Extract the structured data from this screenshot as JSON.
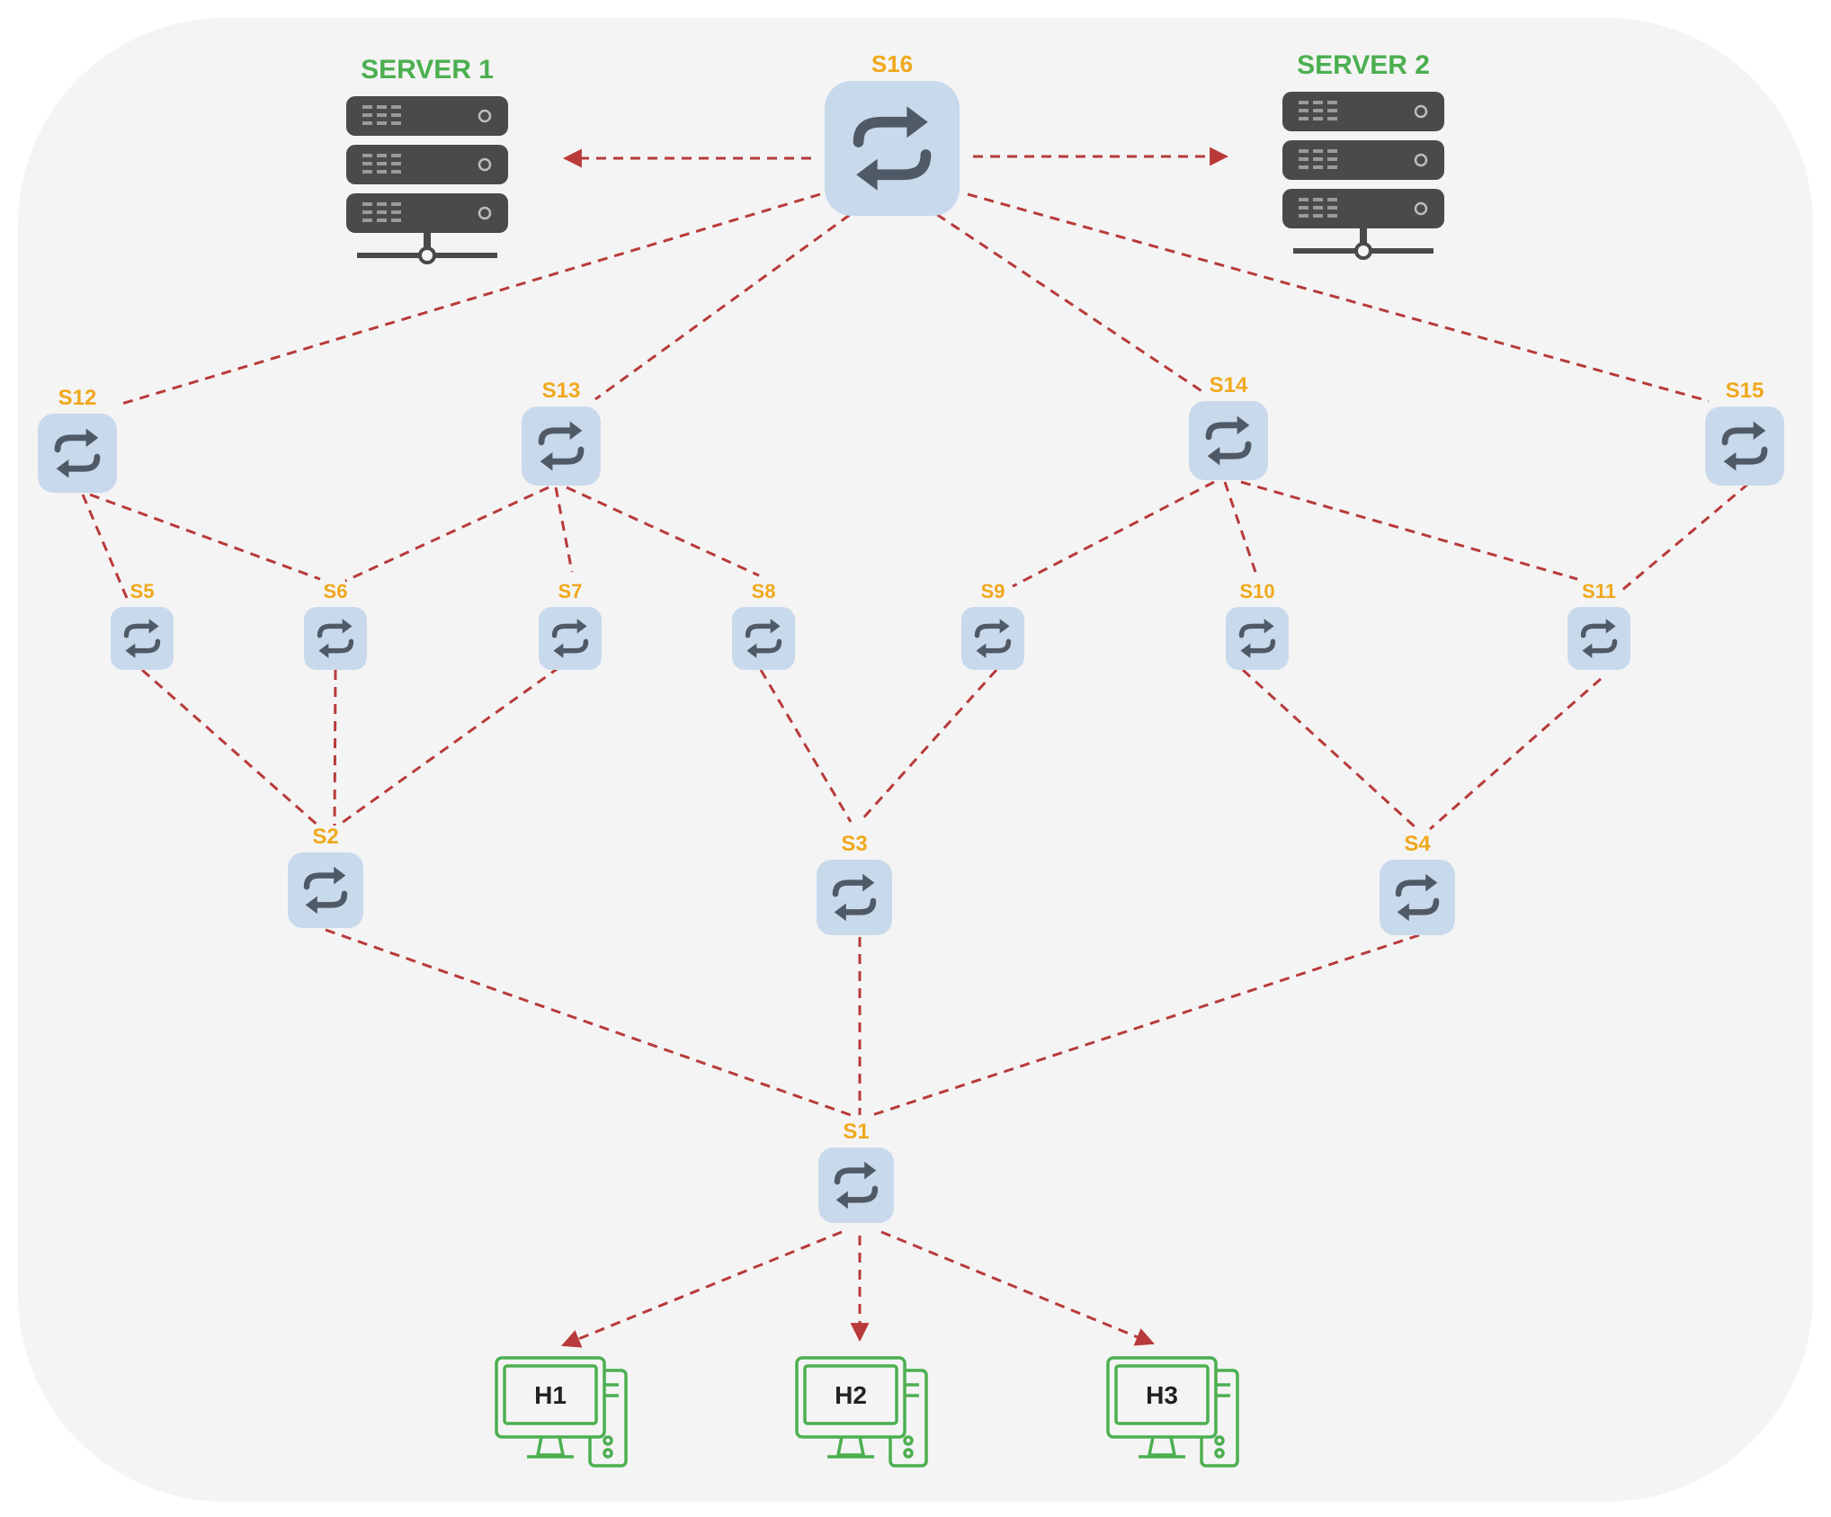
{
  "colors": {
    "panel": "#f4f4f4",
    "link": "#b83a3a",
    "switch_label": "#f0a81c",
    "server_label": "#4caf50",
    "host": "#4caf50",
    "switch_bg": "#c9d9ec",
    "switch_icon": "#4f5a66",
    "server_body": "#4a4a4a"
  },
  "switches": [
    {
      "id": "s16",
      "label": "S16"
    },
    {
      "id": "s12",
      "label": "S12"
    },
    {
      "id": "s13",
      "label": "S13"
    },
    {
      "id": "s14",
      "label": "S14"
    },
    {
      "id": "s15",
      "label": "S15"
    },
    {
      "id": "s5",
      "label": "S5"
    },
    {
      "id": "s6",
      "label": "S6"
    },
    {
      "id": "s7",
      "label": "S7"
    },
    {
      "id": "s8",
      "label": "S8"
    },
    {
      "id": "s9",
      "label": "S9"
    },
    {
      "id": "s10",
      "label": "S10"
    },
    {
      "id": "s11",
      "label": "S11"
    },
    {
      "id": "s2",
      "label": "S2"
    },
    {
      "id": "s3",
      "label": "S3"
    },
    {
      "id": "s4",
      "label": "S4"
    },
    {
      "id": "s1",
      "label": "S1"
    }
  ],
  "servers": [
    {
      "id": "server1",
      "label": "SERVER 1"
    },
    {
      "id": "server2",
      "label": "SERVER 2"
    }
  ],
  "hosts": [
    {
      "id": "h1",
      "label": "H1"
    },
    {
      "id": "h2",
      "label": "H2"
    },
    {
      "id": "h3",
      "label": "H3"
    }
  ],
  "links": [
    {
      "from": "s16",
      "to": "server1",
      "arrow": true
    },
    {
      "from": "s16",
      "to": "server2",
      "arrow": true
    },
    {
      "from": "s16",
      "to": "s12"
    },
    {
      "from": "s16",
      "to": "s13"
    },
    {
      "from": "s16",
      "to": "s14"
    },
    {
      "from": "s16",
      "to": "s15"
    },
    {
      "from": "s12",
      "to": "s5"
    },
    {
      "from": "s12",
      "to": "s6"
    },
    {
      "from": "s13",
      "to": "s6"
    },
    {
      "from": "s13",
      "to": "s7"
    },
    {
      "from": "s13",
      "to": "s8"
    },
    {
      "from": "s14",
      "to": "s9"
    },
    {
      "from": "s14",
      "to": "s10"
    },
    {
      "from": "s14",
      "to": "s11"
    },
    {
      "from": "s15",
      "to": "s11"
    },
    {
      "from": "s5",
      "to": "s2"
    },
    {
      "from": "s6",
      "to": "s2"
    },
    {
      "from": "s7",
      "to": "s2"
    },
    {
      "from": "s8",
      "to": "s3"
    },
    {
      "from": "s9",
      "to": "s3"
    },
    {
      "from": "s10",
      "to": "s4"
    },
    {
      "from": "s11",
      "to": "s4"
    },
    {
      "from": "s2",
      "to": "s1"
    },
    {
      "from": "s3",
      "to": "s1"
    },
    {
      "from": "s4",
      "to": "s1"
    },
    {
      "from": "s1",
      "to": "h1",
      "arrow": true
    },
    {
      "from": "s1",
      "to": "h2",
      "arrow": true
    },
    {
      "from": "s1",
      "to": "h3",
      "arrow": true
    }
  ]
}
